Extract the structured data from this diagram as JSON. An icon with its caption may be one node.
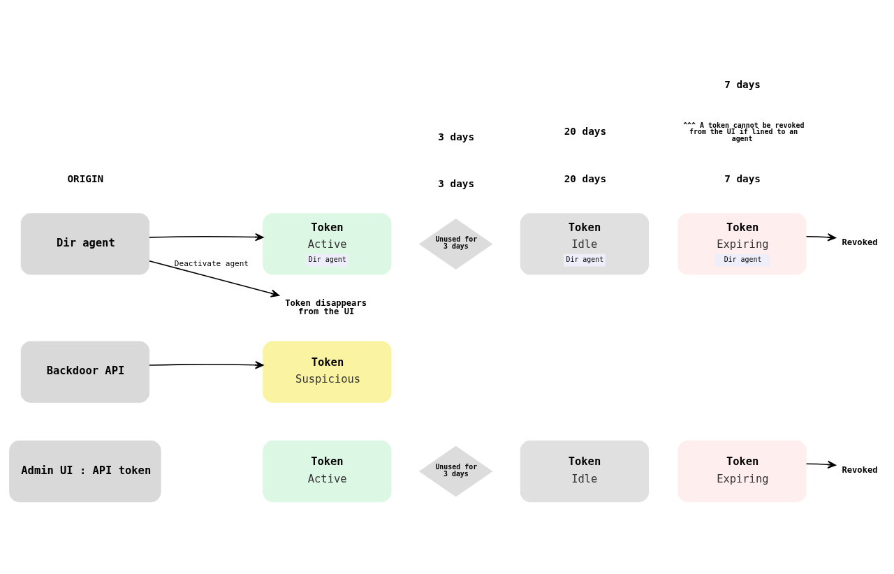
{
  "diagram": {
    "nodes": [
      {
        "text": [
          "Dir agent"
        ]
      },
      {
        "text": [
          "Token",
          "Active",
          "Dir agent"
        ]
      },
      {
        "text": [
          "Unused for 3 days"
        ]
      },
      {
        "text": [
          "Token",
          "Idle",
          "Dir agent"
        ]
      },
      {
        "text": [
          "Token",
          "Expiring",
          "Dir agent"
        ]
      },
      {
        "text": [
          "Revoked"
        ]
      },
      {
        "text": [
          "Token disappears from the UI"
        ]
      },
      {
        "text": [
          "Backdoor API"
        ]
      },
      {
        "text": [
          "Token",
          "Suspicious"
        ]
      },
      {
        "text": [
          "Admin UI : API token"
        ]
      },
      {
        "text": [
          "Token",
          "Active"
        ]
      },
      {
        "text": [
          "Unused for 3 days"
        ]
      },
      {
        "text": [
          "Token",
          "Idle"
        ]
      },
      {
        "text": [
          "Token",
          "Expiring"
        ]
      },
      {
        "text": [
          "Revoked"
        ]
      }
    ],
    "edges": [
      {
        "from": 0,
        "to": 1,
        "arrow": "to"
      },
      {
        "from": 4,
        "to": 5,
        "arrow": "to"
      },
      {
        "from": 0,
        "to": 6,
        "arrow": "to",
        "label": "Deactivate agent"
      },
      {
        "from": 7,
        "to": 8,
        "arrow": "to"
      },
      {
        "from": 13,
        "to": 14,
        "arrow": "to"
      }
    ],
    "labels": [
      "3 days",
      "20 days",
      "7 days",
      "ORIGIN",
      "^^^ A token cannot be revoked from the UI if lined to an agent",
      "3 days",
      "20 days",
      "7 days"
    ]
  }
}
